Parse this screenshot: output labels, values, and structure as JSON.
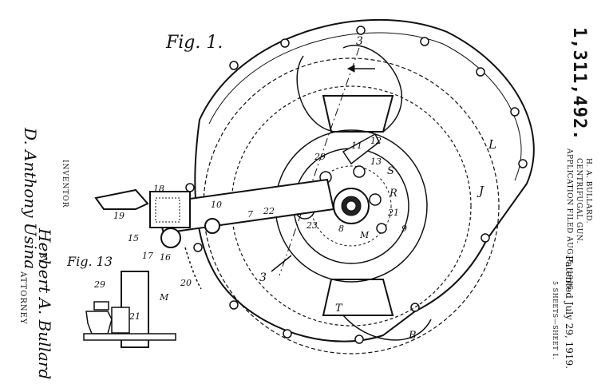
{
  "figure": {
    "label": "Fig. 1.",
    "detail_label": "Fig. 13"
  },
  "patent": {
    "number": "1,311,492.",
    "inventor_header": "H. A. BULLARD.",
    "title": "CENTRIFUGAL GUN.",
    "filed": "APPLICATION FILED AUG. 5, 1916.",
    "patented": "Patented July 29, 1919.",
    "sheets": "5 SHEETS—SHEET 1."
  },
  "signatures": {
    "witness": "D. Anthony Usina",
    "inventor_role": "INVENTOR",
    "inventor_name": "Herbert A. Bullard",
    "by": "BY",
    "attorney": "ATTORNEY"
  },
  "reference_labels": {
    "section_top": "3",
    "section_bottom": "3",
    "n11": "11",
    "n12": "12",
    "n13": "13",
    "n29": "29",
    "S": "S",
    "R": "R",
    "n21": "21",
    "n9": "9",
    "M": "M",
    "n8": "8",
    "n23": "23",
    "n22": "22",
    "n7": "7",
    "n10": "10",
    "n18": "18",
    "n19": "19",
    "n15": "15",
    "n17": "17",
    "n16": "16",
    "n20": "20",
    "L": "L",
    "J": "J",
    "T": "T",
    "B": "B",
    "d29": "29",
    "dM": "M",
    "d21": "21"
  }
}
